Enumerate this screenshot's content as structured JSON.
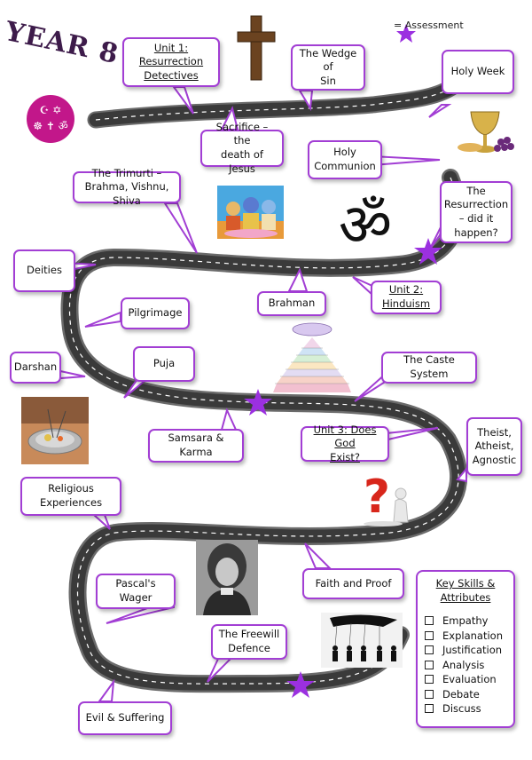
{
  "title": "YEAR 8 RE",
  "legend": {
    "label": "= Assessment",
    "star_color": "#9b30e0"
  },
  "colors": {
    "box_border": "#a23ed4",
    "road": "#3a3a3a",
    "road_edge": "#6b6b6b",
    "star": "#9b30e0"
  },
  "labels": {
    "unit1": "Unit 1:\nResurrection\nDetectives",
    "wedge": "The Wedge of\nSin",
    "holy_week": "Holy Week",
    "sacrifice": "Sacrifice – the\ndeath of Jesus",
    "holy_communion": "Holy\nCommunion",
    "trimurti": "The Trimurti –\nBrahma, Vishnu, Shiva",
    "resurrection": "The\nResurrection\n– did it\nhappen?",
    "deities": "Deities",
    "brahman": "Brahman",
    "unit2": "Unit 2:\nHinduism",
    "pilgrimage": "Pilgrimage",
    "darshan": "Darshan",
    "puja": "Puja",
    "caste": "The Caste System",
    "samsara": "Samsara & Karma",
    "unit3": "Unit 3: Does God\nExist?",
    "theist": "Theist,\nAtheist,\nAgnostic",
    "religious_exp": "Religious\nExperiences",
    "faith_proof": "Faith and Proof",
    "pascal": "Pascal's Wager",
    "freewill": "The Freewill\nDefence",
    "evil": "Evil & Suffering"
  },
  "skills": {
    "title": "Key Skills &\nAttributes",
    "items": [
      "Empathy",
      "Explanation",
      "Justification",
      "Analysis",
      "Evaluation",
      "Debate",
      "Discuss"
    ]
  },
  "icons": [
    "cross-icon",
    "religions-symbol-icon",
    "chalice-icon",
    "hindu-gods-image",
    "om-icon",
    "pyramid-icon",
    "puja-plate-image",
    "question-mark-icon",
    "pascal-portrait-image",
    "puppet-hand-image"
  ]
}
